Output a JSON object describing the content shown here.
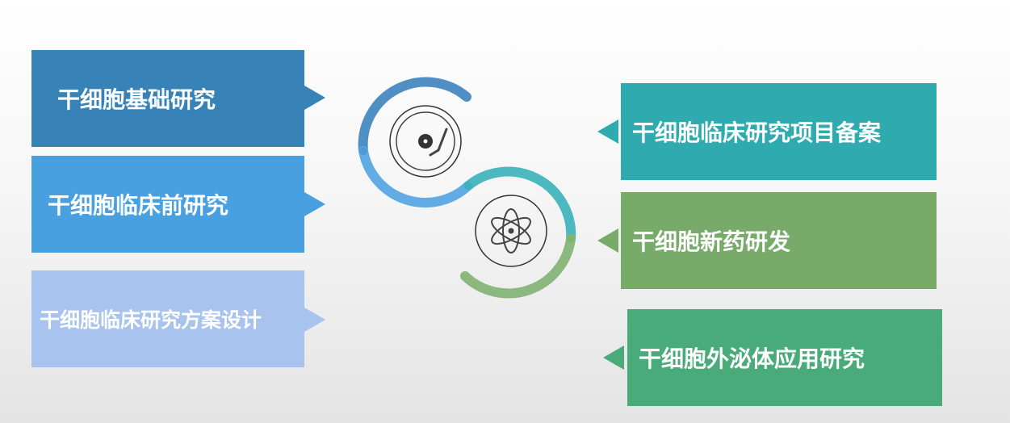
{
  "left_items": [
    {
      "label": "干细胞基础研究",
      "color": "#3783b8"
    },
    {
      "label": "干细胞临床前研究",
      "color": "#48a0e0"
    },
    {
      "label": "干细胞临床研究方案设计",
      "color": "#a7c3ee"
    }
  ],
  "right_items": [
    {
      "label": "干细胞临床研究项目备案",
      "color": "#2fabb0"
    },
    {
      "label": "干细胞新药研发",
      "color": "#78ab69"
    },
    {
      "label": "干细胞外泌体应用研究",
      "color": "#48ab79"
    }
  ],
  "icons": [
    "turntable-icon",
    "atom-icon"
  ]
}
